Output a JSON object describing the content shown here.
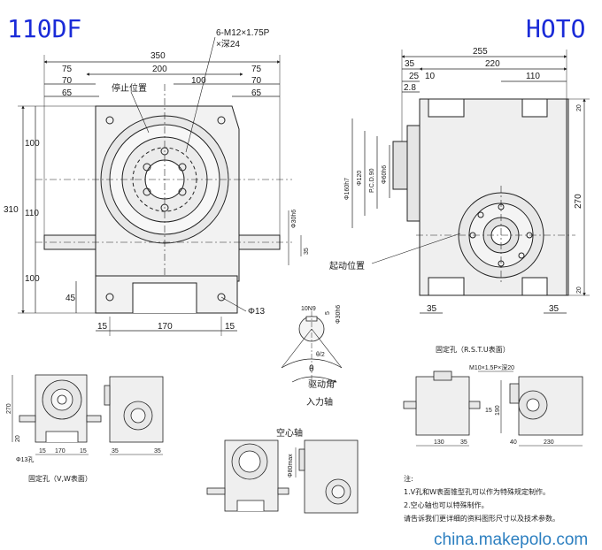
{
  "titles": {
    "model": "110DF",
    "brand": "HOTO"
  },
  "front_view": {
    "dims_top": [
      "350",
      "200",
      "75",
      "75",
      "70",
      "70",
      "65",
      "65",
      "100"
    ],
    "dims_left": [
      "310",
      "100",
      "110",
      "100",
      "45"
    ],
    "dims_bottom": [
      "15",
      "170",
      "15"
    ],
    "callout_thread": "6-M12×1.75P",
    "callout_depth": "×深24",
    "label_stop": "停止位置",
    "shaft_dia": "Φ30h6",
    "shaft_len": "35",
    "hole_dia": "Φ13"
  },
  "side_view": {
    "dims_top": [
      "255",
      "35",
      "220",
      "25",
      "10",
      "2.8",
      "110"
    ],
    "dims_left": [
      "Φ160h7",
      "Φ120",
      "P.C.D.90",
      "Φ60h6"
    ],
    "dims_right": [
      "20",
      "270",
      "20"
    ],
    "dims_bottom": [
      "35",
      "35"
    ],
    "label_start": "起动位置"
  },
  "input_shaft": {
    "key": "10N9",
    "dim5": "5",
    "shaft": "Φ30h6",
    "theta_dim": "θ/2",
    "theta": "θ",
    "drive_angle": "驱动角",
    "caption": "入力轴"
  },
  "small_views": {
    "left_270": "270",
    "left_20": "20",
    "left_hole": "Φ13孔",
    "left_dims": [
      "15",
      "170",
      "15",
      "35",
      "35"
    ],
    "caption_vw": "固定孔（V,W表面）",
    "caption_rstu": "固定孔（R.S.T.U表面）",
    "rstu_callout": "M10×1.5P×深20",
    "rstu_dims": [
      "130",
      "35",
      "40",
      "230",
      "190",
      "15"
    ],
    "hollow_caption": "空心轴",
    "hollow_dim": "Φ80max"
  },
  "notes": {
    "header": "注:",
    "line1": "1.V孔和W表面锥型孔可以作为特殊规定制作。",
    "line2": "2.空心轴也可以特殊制作。",
    "line3": "请告诉我们更详细的资料图形尺寸以及技术参数。"
  },
  "watermark": "china.makepolo.com"
}
